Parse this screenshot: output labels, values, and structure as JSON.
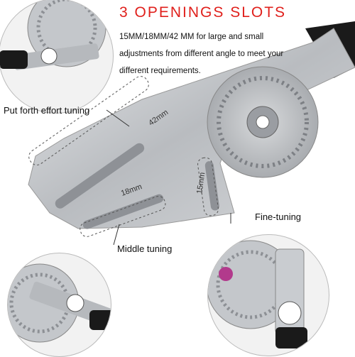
{
  "heading": {
    "title": "3  OPENINGS  SLOTS",
    "desc_line1": "15MM/18MM/42 MM  for large and small",
    "desc_line2": "adjustments from different angle to meet your",
    "desc_line3": "different requirements."
  },
  "callouts": {
    "effort": "Put forth effort tuning",
    "middle": "Middle tuning",
    "fine": "Fine-tuning"
  },
  "slot_labels": {
    "large": "42mm",
    "medium": "18mm",
    "small": "15mm"
  },
  "colors": {
    "title": "#e0201c",
    "steel": "#c9ccd0",
    "handle": "#1a1a1a"
  }
}
